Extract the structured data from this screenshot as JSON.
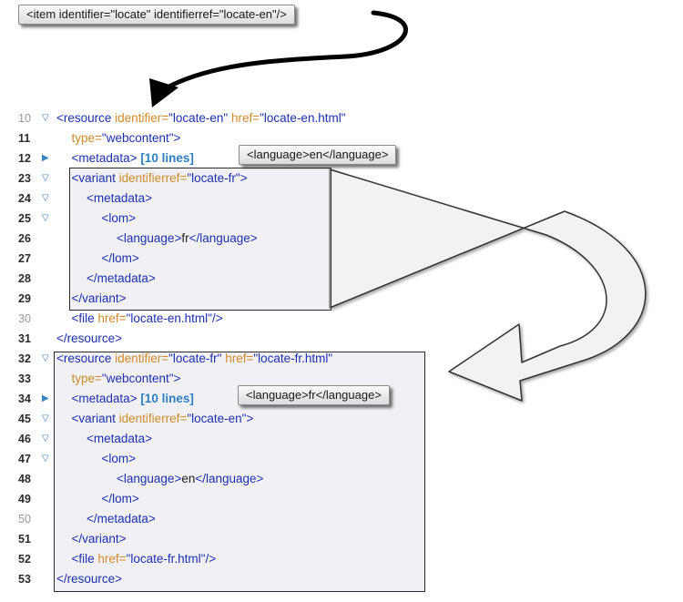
{
  "callouts": {
    "top": "<item identifier=\"locate\" identifierref=\"locate-en\"/>",
    "lang_en": "<language>en</language>",
    "lang_fr": "<language>fr</language>"
  },
  "lines": [
    {
      "n": "10",
      "marker": "▽",
      "dim": true,
      "indent": 0,
      "parts": [
        [
          "tag",
          "<resource "
        ],
        [
          "attr",
          "identifier="
        ],
        [
          "val",
          "\"locate-en\" "
        ],
        [
          "attr",
          "href="
        ],
        [
          "val",
          "\"locate-en.html\""
        ]
      ]
    },
    {
      "n": "11",
      "marker": "",
      "dim": false,
      "indent": 1,
      "parts": [
        [
          "attr",
          "type="
        ],
        [
          "val",
          "\"webcontent\""
        ],
        [
          "tag",
          ">"
        ]
      ]
    },
    {
      "n": "12",
      "marker": "▶",
      "dim": false,
      "indent": 1,
      "parts": [
        [
          "tag",
          "<metadata> "
        ],
        [
          "fold",
          "[10 lines]"
        ]
      ]
    },
    {
      "n": "23",
      "marker": "▽",
      "dim": false,
      "indent": 1,
      "parts": [
        [
          "tag",
          "<variant "
        ],
        [
          "attr",
          "identifierref="
        ],
        [
          "val",
          "\"locate-fr\""
        ],
        [
          "tag",
          ">"
        ]
      ]
    },
    {
      "n": "24",
      "marker": "▽",
      "dim": false,
      "indent": 2,
      "parts": [
        [
          "tag",
          "<metadata>"
        ]
      ]
    },
    {
      "n": "25",
      "marker": "▽",
      "dim": false,
      "indent": 3,
      "parts": [
        [
          "tag",
          "<lom>"
        ]
      ]
    },
    {
      "n": "26",
      "marker": "",
      "dim": false,
      "indent": 4,
      "parts": [
        [
          "tag",
          "<language>"
        ],
        [
          "plain",
          "fr"
        ],
        [
          "tag",
          "</language>"
        ]
      ]
    },
    {
      "n": "27",
      "marker": "",
      "dim": false,
      "indent": 3,
      "parts": [
        [
          "tag",
          "</lom>"
        ]
      ]
    },
    {
      "n": "28",
      "marker": "",
      "dim": false,
      "indent": 2,
      "parts": [
        [
          "tag",
          "</metadata>"
        ]
      ]
    },
    {
      "n": "29",
      "marker": "",
      "dim": false,
      "indent": 1,
      "parts": [
        [
          "tag",
          "</variant>"
        ]
      ]
    },
    {
      "n": "30",
      "marker": "",
      "dim": true,
      "indent": 1,
      "parts": [
        [
          "tag",
          "<file "
        ],
        [
          "attr",
          "href="
        ],
        [
          "val",
          "\"locate-en.html\""
        ],
        [
          "tag",
          "/>"
        ]
      ]
    },
    {
      "n": "31",
      "marker": "",
      "dim": false,
      "indent": 0,
      "parts": [
        [
          "tag",
          "</resource>"
        ]
      ]
    },
    {
      "n": "32",
      "marker": "▽",
      "dim": false,
      "indent": 0,
      "parts": [
        [
          "tag",
          "<resource "
        ],
        [
          "attr",
          "identifier="
        ],
        [
          "val",
          "\"locate-fr\" "
        ],
        [
          "attr",
          "href="
        ],
        [
          "val",
          "\"locate-fr.html\""
        ]
      ]
    },
    {
      "n": "33",
      "marker": "",
      "dim": false,
      "indent": 1,
      "parts": [
        [
          "attr",
          "type="
        ],
        [
          "val",
          "\"webcontent\""
        ],
        [
          "tag",
          ">"
        ]
      ]
    },
    {
      "n": "34",
      "marker": "▶",
      "dim": false,
      "indent": 1,
      "parts": [
        [
          "tag",
          "<metadata> "
        ],
        [
          "fold",
          "[10 lines]"
        ]
      ]
    },
    {
      "n": "45",
      "marker": "▽",
      "dim": false,
      "indent": 1,
      "parts": [
        [
          "tag",
          "<variant "
        ],
        [
          "attr",
          "identifierref="
        ],
        [
          "val",
          "\"locate-en\""
        ],
        [
          "tag",
          ">"
        ]
      ]
    },
    {
      "n": "46",
      "marker": "▽",
      "dim": false,
      "indent": 2,
      "parts": [
        [
          "tag",
          "<metadata>"
        ]
      ]
    },
    {
      "n": "47",
      "marker": "▽",
      "dim": false,
      "indent": 3,
      "parts": [
        [
          "tag",
          "<lom>"
        ]
      ]
    },
    {
      "n": "48",
      "marker": "",
      "dim": false,
      "indent": 4,
      "parts": [
        [
          "tag",
          "<language>"
        ],
        [
          "plain",
          "en"
        ],
        [
          "tag",
          "</language>"
        ]
      ]
    },
    {
      "n": "49",
      "marker": "",
      "dim": false,
      "indent": 3,
      "parts": [
        [
          "tag",
          "</lom>"
        ]
      ]
    },
    {
      "n": "50",
      "marker": "",
      "dim": true,
      "indent": 2,
      "parts": [
        [
          "tag",
          "</metadata>"
        ]
      ]
    },
    {
      "n": "51",
      "marker": "",
      "dim": false,
      "indent": 1,
      "parts": [
        [
          "tag",
          "</variant>"
        ]
      ]
    },
    {
      "n": "52",
      "marker": "",
      "dim": false,
      "indent": 1,
      "parts": [
        [
          "tag",
          "<file "
        ],
        [
          "attr",
          "href="
        ],
        [
          "val",
          "\"locate-fr.html\""
        ],
        [
          "tag",
          "/>"
        ]
      ]
    },
    {
      "n": "53",
      "marker": "",
      "dim": false,
      "indent": 0,
      "parts": [
        [
          "tag",
          "</resource>"
        ]
      ]
    }
  ]
}
